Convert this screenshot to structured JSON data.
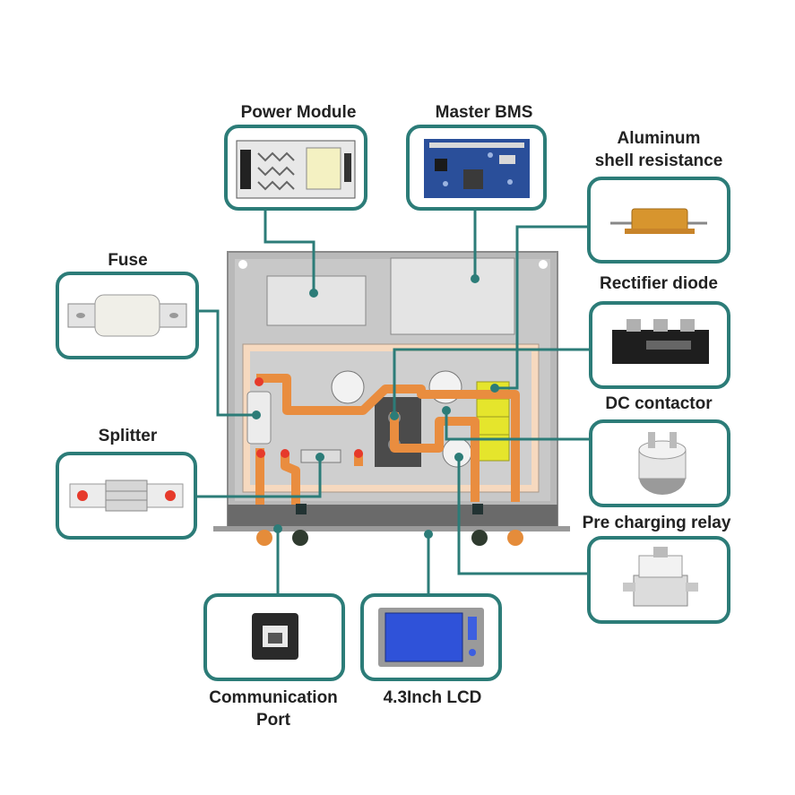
{
  "diagram": {
    "colors": {
      "frame": "#2c7c78",
      "connector": "#2c7c78",
      "busbar": "#e98d3f",
      "cabinet": "#b9b9b9",
      "panel": "#f6d9bf",
      "label": "#222222"
    },
    "components": {
      "power_module": {
        "label": "Power Module"
      },
      "master_bms": {
        "label": "Master BMS"
      },
      "aluminum_shell_resistance": {
        "label_line1": "Aluminum",
        "label_line2": "shell resistance"
      },
      "fuse": {
        "label": "Fuse"
      },
      "rectifier_diode": {
        "label": "Rectifier diode"
      },
      "dc_contactor": {
        "label": "DC contactor"
      },
      "splitter": {
        "label": "Splitter"
      },
      "pre_charging_relay": {
        "label": "Pre charging relay"
      },
      "communication_port": {
        "label_line1": "Communication",
        "label_line2": "Port"
      },
      "lcd": {
        "label": "4.3Inch LCD"
      }
    }
  }
}
